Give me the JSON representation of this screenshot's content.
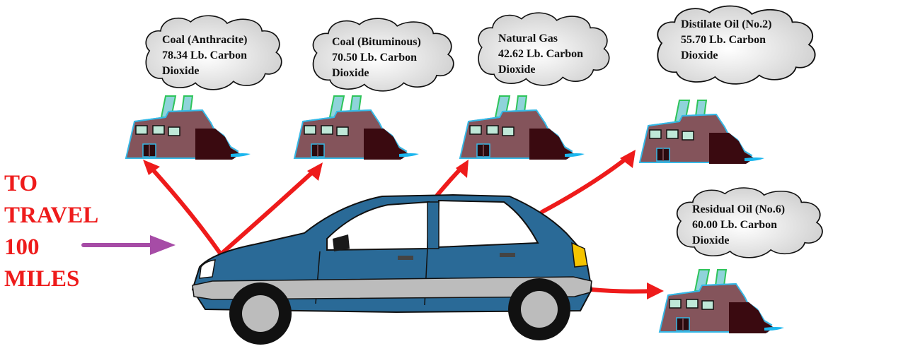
{
  "side_label": {
    "lines": [
      "TO",
      "TRAVEL",
      "100",
      "MILES"
    ],
    "color": "#ee1b1b"
  },
  "colors": {
    "arrow": "#ee1b1b",
    "input_arrow": "#a64ca6",
    "factory": "#84545b",
    "factory_dark": "#3a0a10",
    "factory_outline": "#35b8e6",
    "smoke": "#8fd3da",
    "cloud": "#d4d4d4",
    "car_body": "#2a6a97",
    "car_trim": "#bcbcbc",
    "headlight": "#f5c400"
  },
  "clouds": [
    {
      "id": "anthracite",
      "lines": [
        "Coal (Anthracite)",
        "78.34 Lb. Carbon",
        "Dioxide"
      ]
    },
    {
      "id": "bituminous",
      "lines": [
        "Coal (Bituminous)",
        "70.50 Lb. Carbon",
        "Dioxide"
      ]
    },
    {
      "id": "natural-gas",
      "lines": [
        "Natural Gas",
        "42.62 Lb. Carbon",
        "Dioxide"
      ]
    },
    {
      "id": "distillate-oil",
      "lines": [
        "Distilate Oil (No.2)",
        "55.70 Lb. Carbon",
        "Dioxide"
      ]
    },
    {
      "id": "residual-oil",
      "lines": [
        "Residual Oil (No.6)",
        "60.00 Lb. Carbon",
        "Dioxide"
      ]
    }
  ]
}
